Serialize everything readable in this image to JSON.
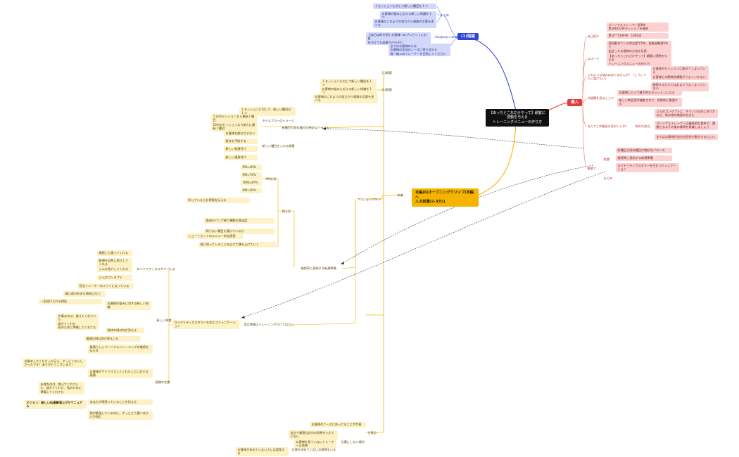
{
  "root": {
    "text": "【あっちとこれだけやって】顧客に感動を与える\nトレーニングメニューの作り方"
  },
  "blue": {
    "main": "(1)結論",
    "summary": "まとめ",
    "summary_items": [
      "１セッションに対して新しい種目を１つ",
      "お客様の悩みに応える新しい知識を１つ",
      "お客様のこれまでの努力から感謝の言葉を述べる"
    ],
    "pre_closing_label": "プレゼント・クロージング",
    "pre_closing_item": "【本日は的を射】お客様へのプレゼントにお喜\nをかけても成果がきれぎれ",
    "bottom_item": "全てはお客様のため\nお客様の本当のニーズに寄り添える\n唯一無二のトレーナーを目指してください"
  },
  "red": {
    "main": "導入",
    "items": [
      {
        "label": "自己紹介",
        "children": [
          "パーソナルトレーナー歴8年\n累計9422件セッションを継続",
          "累計**7万件突　1000本",
          "現在勤めている完全歴で5年、従業員数歴6年で\n出会ったお客様の方法を伝授"
        ]
      },
      {
        "label": "ロゴーク",
        "children": [
          "【あっちとこれだけやって】顧客に感動を与える\nトレーニングメニューの作り方"
        ]
      },
      {
        "label": "このような悩みはありませんか？（こういう人に届けたい）",
        "children": [
          "お客様がセッションに飽きてしまっている",
          "お客様との関係性構築がうまくいかない",
          "継続するだけではあまりうまくなっていない"
        ]
      },
      {
        "label": "共感欄を見ることで",
        "children": [
          "お客様にとって魅力的なセッションになる",
          "新しい商品案が機能されて、効果的に最適する"
        ]
      },
      {
        "label": "なんでこの動画を見がいいか？",
        "sub": "的外れ状況",
        "children": [
          "ジムのコンセプトに、そういう自分に合うかなど、私の他の勉強の仕方に",
          "パーソナルトレーナーは継続的な提供で、課題となるその後の質問を意識しましょう",
          "全てはお客様が自分の目的で動かせるといい"
        ]
      }
    ],
    "conclusion": {
      "label": "結論",
      "children": [
        "新種目と既存種目の絶妙なバランス",
        "継続率に直結する新規準備",
        "ロイヤリティカスタマーを生むコミュニケーション"
      ]
    },
    "conclusion_end": "まとめ",
    "plain_label": "概要で"
  },
  "orange": {
    "main": "本編(6)オープニングクリップ(本編へ\n入る前置(2-3分))",
    "sections": [
      {
        "label": "(1)概要",
        "items": [
          "１セッションに対して新しい種目を１つ",
          "お客様の悩みに応える新しい知識を１つ",
          "お客様のこれまでの努力から感謝の言葉を述べる"
        ],
        "sub": "(1)概要"
      },
      {
        "label": "新種目と既存種目の絶妙なバランス",
        "timeline": "タイムフローのイメージ",
        "timeline_items": [
          "５分のセッションなら最新１種目",
          "10分のセッションなら新たに最新１種目",
          "１セッションに対して、新しい種目は１つ"
        ],
        "new_items": "新しい種目を入れる順番",
        "new_children": [
          "お客様を飽きさせない",
          "既存を予防する",
          "新しい刺激付け",
          "新しい道具付け"
        ]
      },
      {
        "label": "アクションプラン",
        "note": "例えば",
        "note_items": [
          "RM=40%",
          "RM=70%",
          "1RM=87%",
          "RM=90%"
        ],
        "note_label": "RM計測"
      },
      {
        "label": "継続率に直結する新規準備",
        "extra": [
          "知っているとお得感を伝える",
          "筋肉のパンプ感で運動の満足度",
          "知らない種目を選んでいるか",
          "ショートカットのメニュー的な提案",
          "既に知っていることを広げて積み上げていく"
        ]
      },
      {
        "label": "実は準備はトレーニングだけではない"
      },
      {
        "label": "ロイヤリティカスタマーを生むコミュニケーション",
        "items": [
          "継続して通ってくれる",
          "新規を自然に紹介してくれる",
          "ジムを紹介してくれる",
          "ジムのコンセプト",
          "担当トレーナーのファンになっている"
        ],
        "knowledge": "新しい知識",
        "knowledge_items": [
          "痛い部分をある原因はない",
          "一生続けられる保証",
          "お客様の悩みに対する新しい知識"
        ]
      },
      {
        "label": "感謝の言葉",
        "items": [
          "素晴らしいパーソナルトレーニングの継続を伝える",
          "お客様がアドバイスしてくれたことに対する感謝",
          "あなたが頑張っていることを伝える",
          "独が勉強しているのに、ずっとどう選べばよいか悩む"
        ],
        "highlight": "ビジョン：新しい伝達事項上げだマニュアル"
      },
      {
        "label": "注意点",
        "items": [
          "お客様のニーズに合ってることが大事",
          "自分で最適な自分の状態を入れていない",
          "お客様を見ていないトレーナーは失敗",
          "お客様が求めていない人には提案する"
        ],
        "sub1": "言葉にしない場合",
        "sub2": "お客を求めていないお客様もいる"
      }
    ]
  }
}
